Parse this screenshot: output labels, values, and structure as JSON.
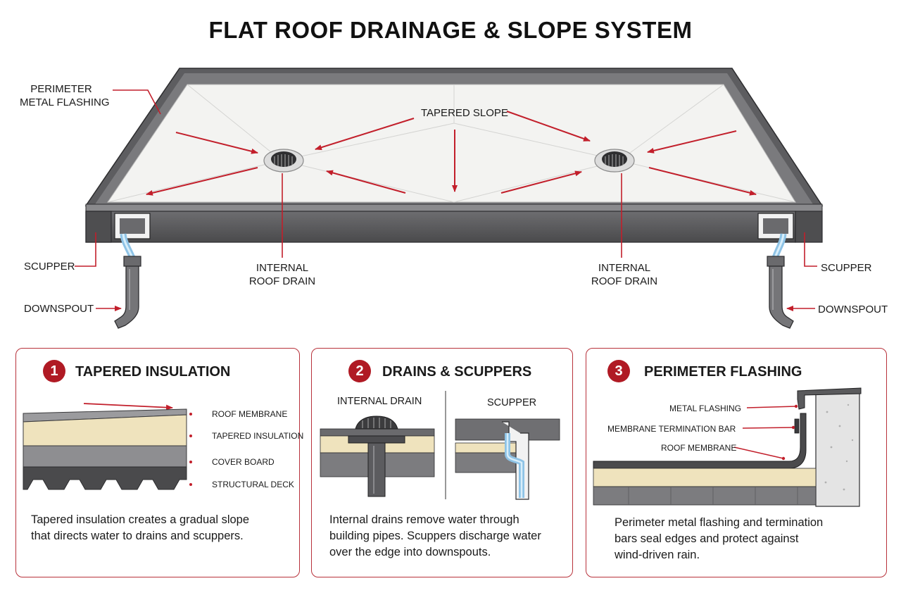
{
  "title": "FLAT ROOF DRAINAGE & SLOPE SYSTEM",
  "colors": {
    "accent": "#b01a24",
    "arrow": "#c21f2b",
    "membrane": "#f4f4f2",
    "parapet": "#5a5a5c",
    "insulation": "#efe3bd",
    "water": "#8ec3e6"
  },
  "main_labels": {
    "perimeter_flashing": [
      "PERIMETER",
      "METAL FLASHING"
    ],
    "tapered_slope": "TAPERED SLOPE",
    "scupper_left": "SCUPPER",
    "scupper_right": "SCUPPER",
    "downspout_left": "DOWNSPOUT",
    "downspout_right": "DOWNSPOUT",
    "drain_left": [
      "INTERNAL",
      "ROOF DRAIN"
    ],
    "drain_right": [
      "INTERNAL",
      "ROOF DRAIN"
    ]
  },
  "panels": [
    {
      "number": "1",
      "heading": "TAPERED INSULATION",
      "layers": [
        "ROOF MEMBRANE",
        "TAPERED INSULATION",
        "COVER BOARD",
        "STRUCTURAL DECK"
      ],
      "description": "Tapered insulation creates a gradual slope\nthat directs water to drains and scuppers."
    },
    {
      "number": "2",
      "heading": "DRAINS & SCUPPERS",
      "sub_left": "INTERNAL DRAIN",
      "sub_right": "SCUPPER",
      "description": "Internal drains remove water through\nbuilding pipes. Scuppers discharge water\nover the edge into downspouts."
    },
    {
      "number": "3",
      "heading": "PERIMETER FLASHING",
      "callouts": [
        "METAL FLASHING",
        "MEMBRANE TERMINATION BAR",
        "ROOF MEMBRANE"
      ],
      "description": "Perimeter metal flashing and termination\nbars seal edges and protect against\nwind-driven rain."
    }
  ]
}
